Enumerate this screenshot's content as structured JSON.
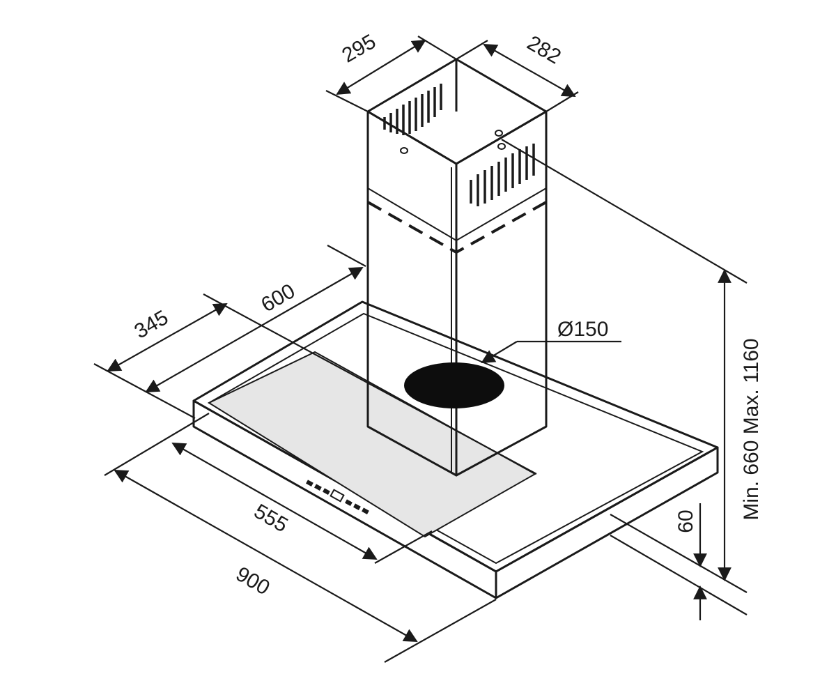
{
  "dimensions": {
    "chimney_width": "295",
    "chimney_depth": "282",
    "canopy_depth_total": "600",
    "canopy_depth_front": "345",
    "outlet_diameter": "Ø150",
    "width_inner": "555",
    "width_total": "900",
    "canopy_height": "60",
    "total_height": "Min. 660 Max. 1160"
  },
  "colors": {
    "stainless_light": "#d4d4d4",
    "stainless_mid": "#bdbdbd",
    "stainless_dark": "#a8a8a8",
    "outline": "#1a1a1a",
    "outlet": "#0d0d0d"
  }
}
